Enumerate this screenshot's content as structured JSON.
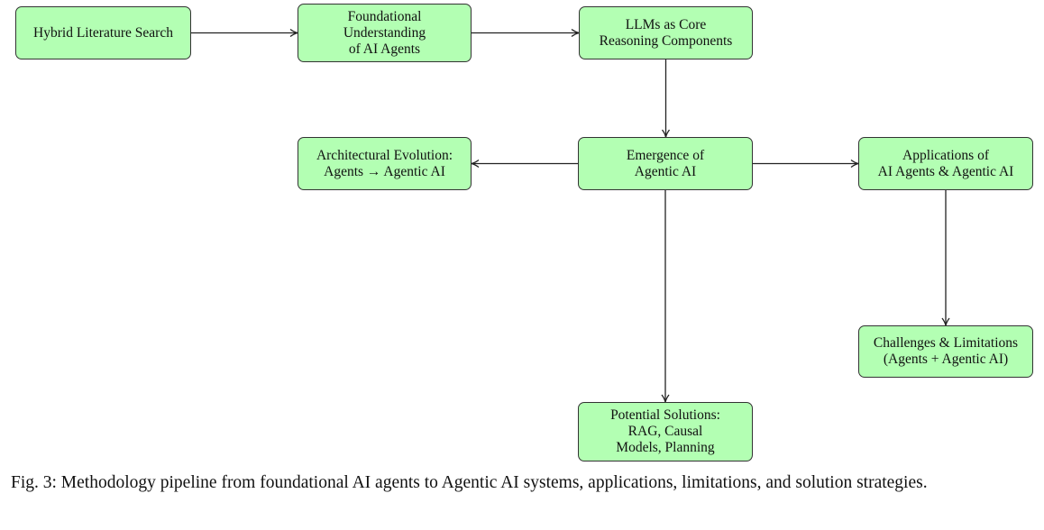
{
  "figure": {
    "caption": "Fig. 3: Methodology pipeline from foundational AI agents to Agentic AI systems, applications, limitations, and solution strategies.",
    "fill_color": "#b3ffb3",
    "border_color": "#333333"
  },
  "nodes": [
    {
      "id": "hybrid-search",
      "label": "Hybrid Literature Search"
    },
    {
      "id": "foundational",
      "label": "Foundational\nUnderstanding\nof AI Agents"
    },
    {
      "id": "llms-core",
      "label": "LLMs as Core\nReasoning Components"
    },
    {
      "id": "emergence",
      "label": "Emergence of\nAgentic AI"
    },
    {
      "id": "arch-evolution",
      "label": "Architectural Evolution:\nAgents → Agentic AI"
    },
    {
      "id": "applications",
      "label": "Applications of\nAI Agents & Agentic AI"
    },
    {
      "id": "challenges",
      "label": "Challenges & Limitations\n(Agents + Agentic AI)"
    },
    {
      "id": "solutions",
      "label": "Potential Solutions:\nRAG, Causal\nModels, Planning"
    }
  ],
  "edges": [
    {
      "from": "hybrid-search",
      "to": "foundational"
    },
    {
      "from": "foundational",
      "to": "llms-core"
    },
    {
      "from": "llms-core",
      "to": "emergence"
    },
    {
      "from": "emergence",
      "to": "arch-evolution"
    },
    {
      "from": "emergence",
      "to": "applications"
    },
    {
      "from": "applications",
      "to": "challenges"
    },
    {
      "from": "emergence",
      "to": "solutions"
    }
  ]
}
